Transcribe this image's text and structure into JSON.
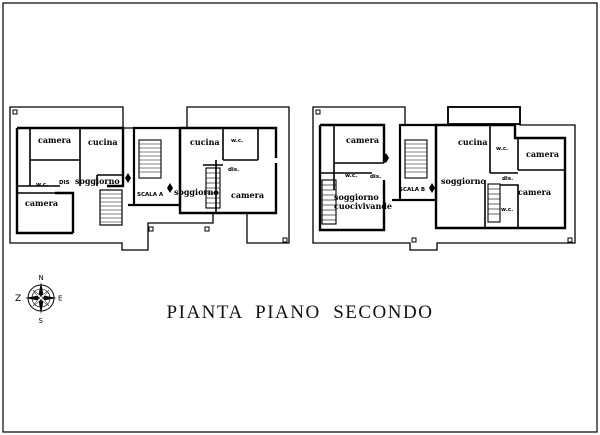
{
  "drawing": {
    "title": "PIANTA  PIANO  SECONDO"
  },
  "building_a": {
    "west_rooms": {
      "camera_top_left": "camera",
      "cucina_left": "cucina",
      "wc": "w.c.",
      "dis": "DIS",
      "soggiorno": "soggiorno",
      "camera_bottom_left": "camera"
    },
    "stair": "SCALA A",
    "east_rooms": {
      "cucina": "cucina",
      "wc": "w.c.",
      "dis": "dis.",
      "soggiorno": "soggiorno",
      "camera": "camera"
    }
  },
  "building_b": {
    "west_rooms": {
      "camera": "camera",
      "wc": "w.c.",
      "dis": "dis.",
      "soggiorno_line1": "soggiorno",
      "soggiorno_line2": "cuocivivande"
    },
    "stair": "SCALA B",
    "east_rooms": {
      "cucina": "cucina",
      "wc_top": "w.c.",
      "camera_top": "camera",
      "soggiorno": "soggiorno",
      "dis": "dis.",
      "camera_bottom": "camera",
      "wc_bottom": "w.c."
    }
  },
  "compass": {
    "north": "N",
    "south": "S",
    "east": "E",
    "west": "Z"
  }
}
